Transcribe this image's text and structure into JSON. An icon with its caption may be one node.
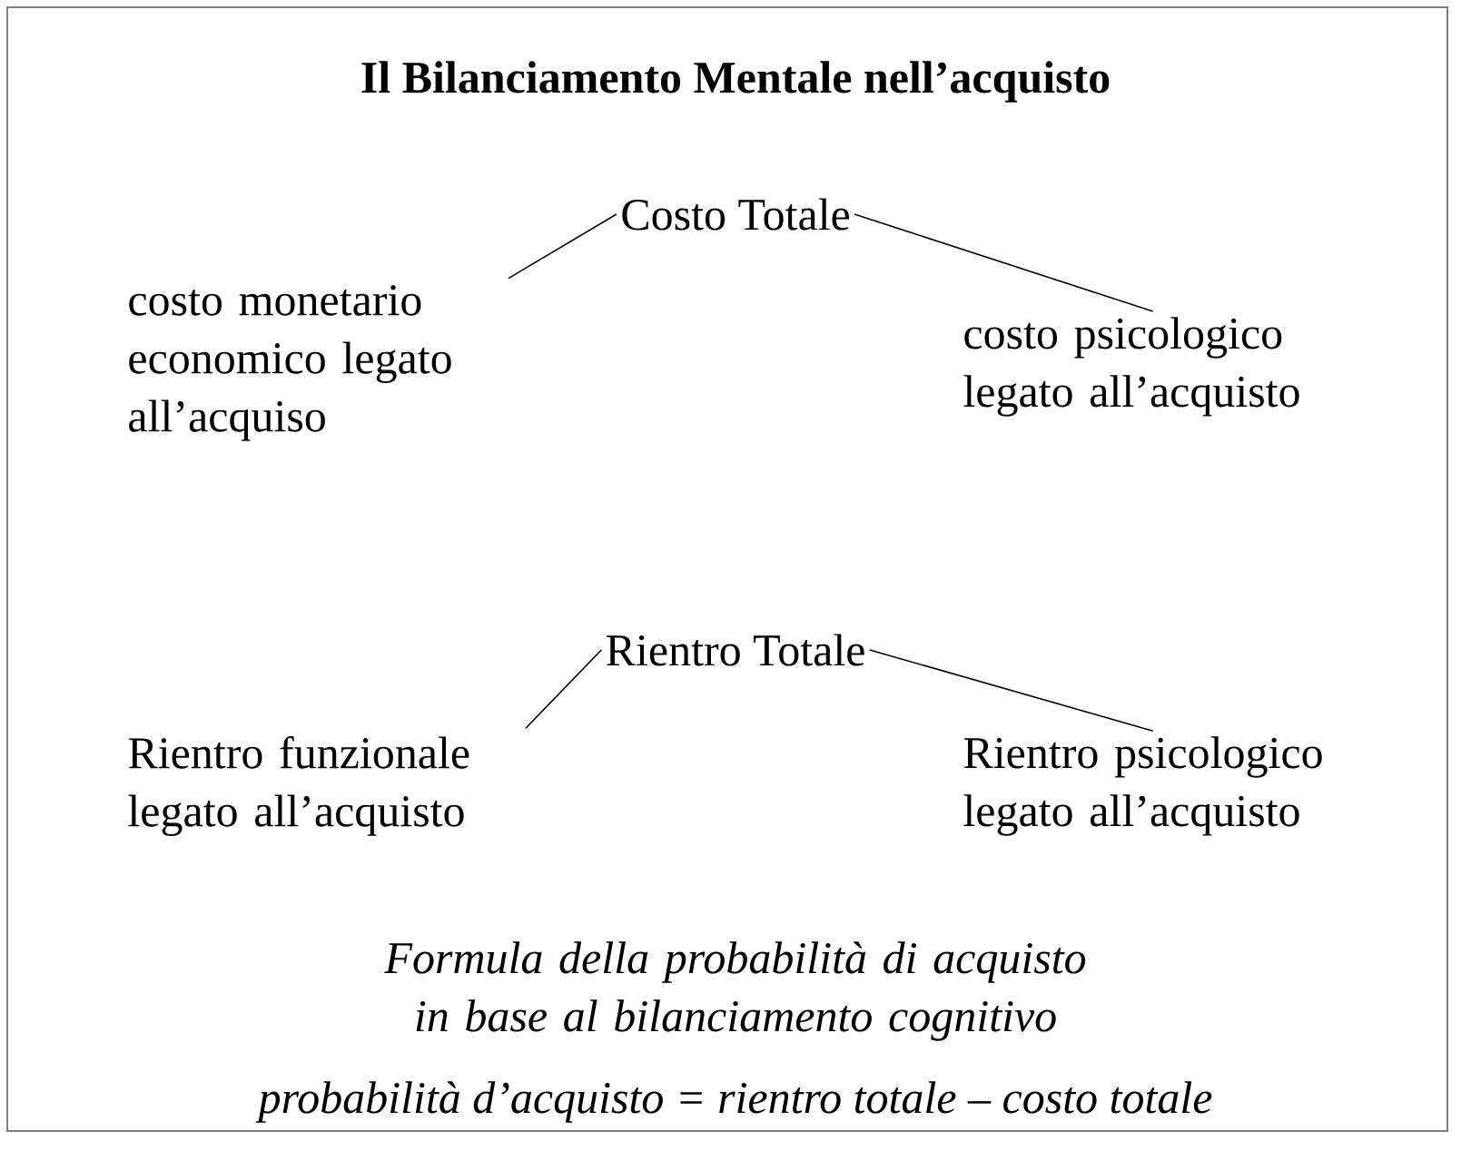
{
  "diagram": {
    "title": "Il Bilanciamento Mentale nell’acquisto",
    "nodes": [
      {
        "text": [
          "Costo Totale"
        ]
      },
      {
        "text": [
          "costo monetario economico legato all’acquiso"
        ]
      },
      {
        "text": [
          "costo psicologico legato all’acquisto"
        ]
      },
      {
        "text": [
          "Rientro Totale"
        ]
      },
      {
        "text": [
          "Rientro funzionale legato all’acquisto"
        ]
      },
      {
        "text": [
          "Rientro psicologico legato all’acquisto"
        ]
      }
    ],
    "edges": [
      {
        "from": 0,
        "to": 1,
        "arrow": "none"
      },
      {
        "from": 0,
        "to": 2,
        "arrow": "none"
      },
      {
        "from": 3,
        "to": 4,
        "arrow": "none"
      },
      {
        "from": 3,
        "to": 5,
        "arrow": "none"
      }
    ],
    "labels": [
      "Formula della probabilità di acquisto in base al bilanciamento cognitivo",
      "probabilità d’acquisto = rientro totale – costo totale"
    ]
  }
}
